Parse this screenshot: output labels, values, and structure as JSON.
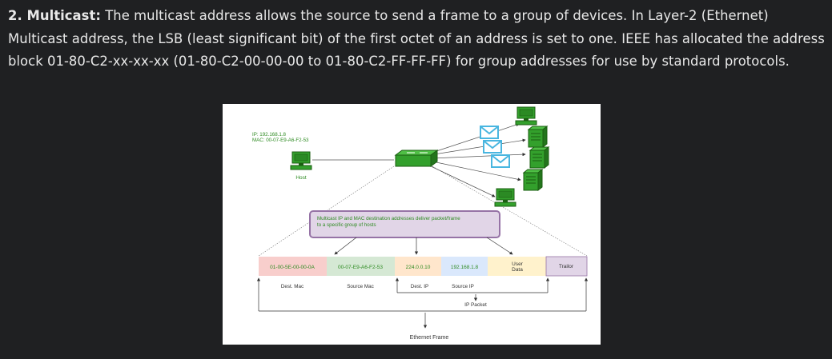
{
  "paragraph": {
    "lead": "2. Multicast:",
    "body": " The multicast address allows the source to send a frame to a group of devices. In Layer-2 (Ethernet) Multicast address, the LSB (least significant bit) of the first octet of an address is set to one. IEEE has allocated the address block 01-80-C2-xx-xx-xx (01-80-C2-00-00-00 to 01-80-C2-FF-FF-FF) for group addresses for use by standard protocols."
  },
  "figure": {
    "host_ip": "IP: 192.168.1.8",
    "host_mac": "MAC: 00-07-E9-A6-F2-53",
    "host_label": "Host",
    "callout_line1": "Multicast IP and MAC destination addresses deliver packet/frame",
    "callout_line2": "to a specific group of hosts",
    "frame_cells": [
      "01-00-5E-00-00-0A",
      "00-07-E9-A6-F2-53",
      "224.0.0.10",
      "192.168.1.8",
      "User",
      "Data",
      "Trailor"
    ],
    "field_labels": [
      "Dest. Mac",
      "Source Mac",
      "Dest. IP",
      "Source IP"
    ],
    "ip_packet_label": "IP Packet",
    "ethernet_frame_label": "Ethernet Frame",
    "colors": {
      "computer_green": "#33a02c",
      "envelope_blue": "#49b6e0",
      "callout_fill": "#e1d5e7",
      "callout_border": "#9673a6",
      "dest_mac_fill": "#f8cecc",
      "source_mac_fill": "#d5e8d4",
      "dest_ip_fill": "#ffe6cc",
      "source_ip_fill": "#dae8fc",
      "user_data_fill": "#fff2cc",
      "trailer_fill": "#e1d5e7",
      "green_text": "#2e8b22"
    }
  }
}
